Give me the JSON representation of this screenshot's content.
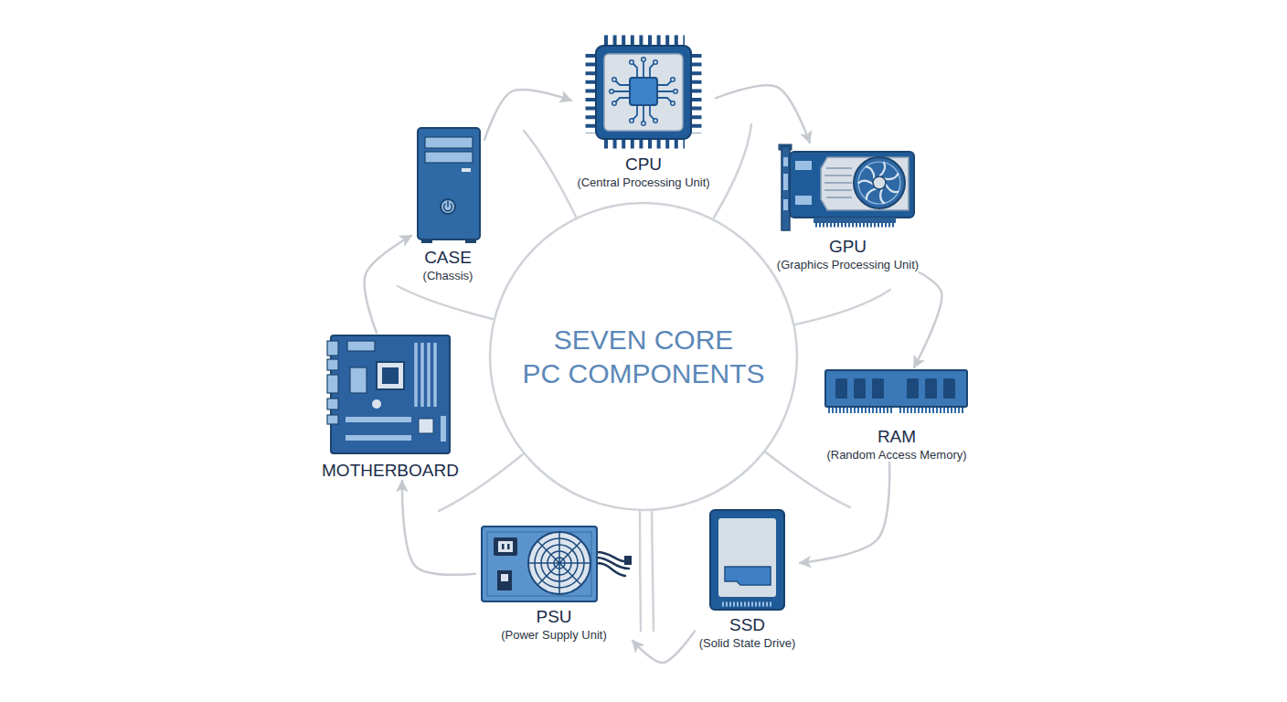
{
  "diagram": {
    "title": "SEVEN CORE PC COMPONENTS",
    "nodes": [
      {
        "text": [
          "CPU",
          "(Central Processing Unit)"
        ]
      },
      {
        "text": [
          "GPU",
          "(Graphics Processing Unit)"
        ]
      },
      {
        "text": [
          "RAM",
          "(Random Access Memory)"
        ]
      },
      {
        "text": [
          "SSD",
          "(Solid State Drive)"
        ]
      },
      {
        "text": [
          "PSU",
          "(Power Supply Unit)"
        ]
      },
      {
        "text": [
          "MOTHERBOARD"
        ]
      },
      {
        "text": [
          "CASE",
          "(Chassis)"
        ]
      }
    ],
    "edges": [
      {
        "from": 0,
        "to": 1,
        "arrow": "to"
      },
      {
        "from": 1,
        "to": 2,
        "arrow": "to"
      },
      {
        "from": 2,
        "to": 3,
        "arrow": "to"
      },
      {
        "from": 3,
        "to": 4,
        "arrow": "to"
      },
      {
        "from": 4,
        "to": 5,
        "arrow": "to"
      },
      {
        "from": 5,
        "to": 6,
        "arrow": "to"
      },
      {
        "from": 6,
        "to": 0,
        "arrow": "to"
      }
    ]
  }
}
